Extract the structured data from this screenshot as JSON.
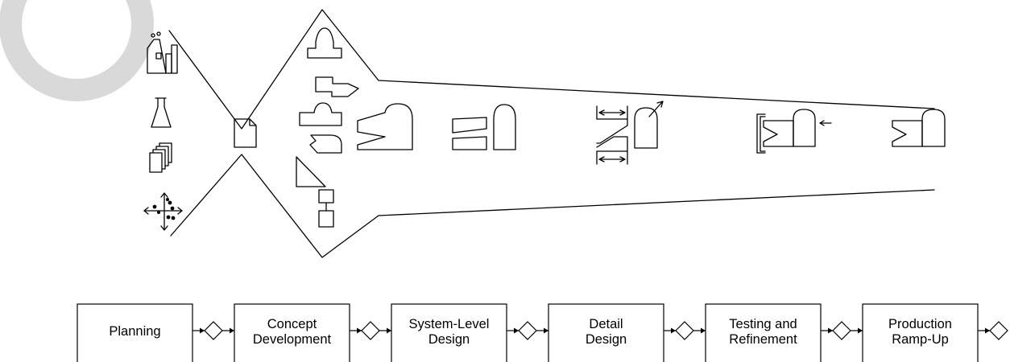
{
  "process": {
    "stages": [
      {
        "lines": [
          "Planning"
        ]
      },
      {
        "lines": [
          "Concept",
          "Development"
        ]
      },
      {
        "lines": [
          "System-Level",
          "Design"
        ]
      },
      {
        "lines": [
          "Detail",
          "Design"
        ]
      },
      {
        "lines": [
          "Testing and",
          "Refinement"
        ]
      },
      {
        "lines": [
          "Production",
          "Ramp-Up"
        ]
      }
    ],
    "gate_count": 6
  },
  "funnel": {
    "icons": {
      "inputs": [
        "factory-icon",
        "flask-icon",
        "documents-stack-icon",
        "scatter-plot-icon"
      ],
      "concept": "document-icon",
      "concepts": [
        "rounded-part-icon",
        "notched-part-icon",
        "cutout-part-icon",
        "hook-part-icon",
        "triangle-part-icon",
        "linked-blocks-icon"
      ],
      "designs": [
        "single-part-assembly-icon",
        "two-part-assembly-icon",
        "dimensioned-assembly-icon",
        "tested-assembly-icon",
        "final-product-icon"
      ]
    }
  },
  "colors": {
    "line": "#000000",
    "background": "#ffffff",
    "watermark": "#d9d9d9"
  }
}
